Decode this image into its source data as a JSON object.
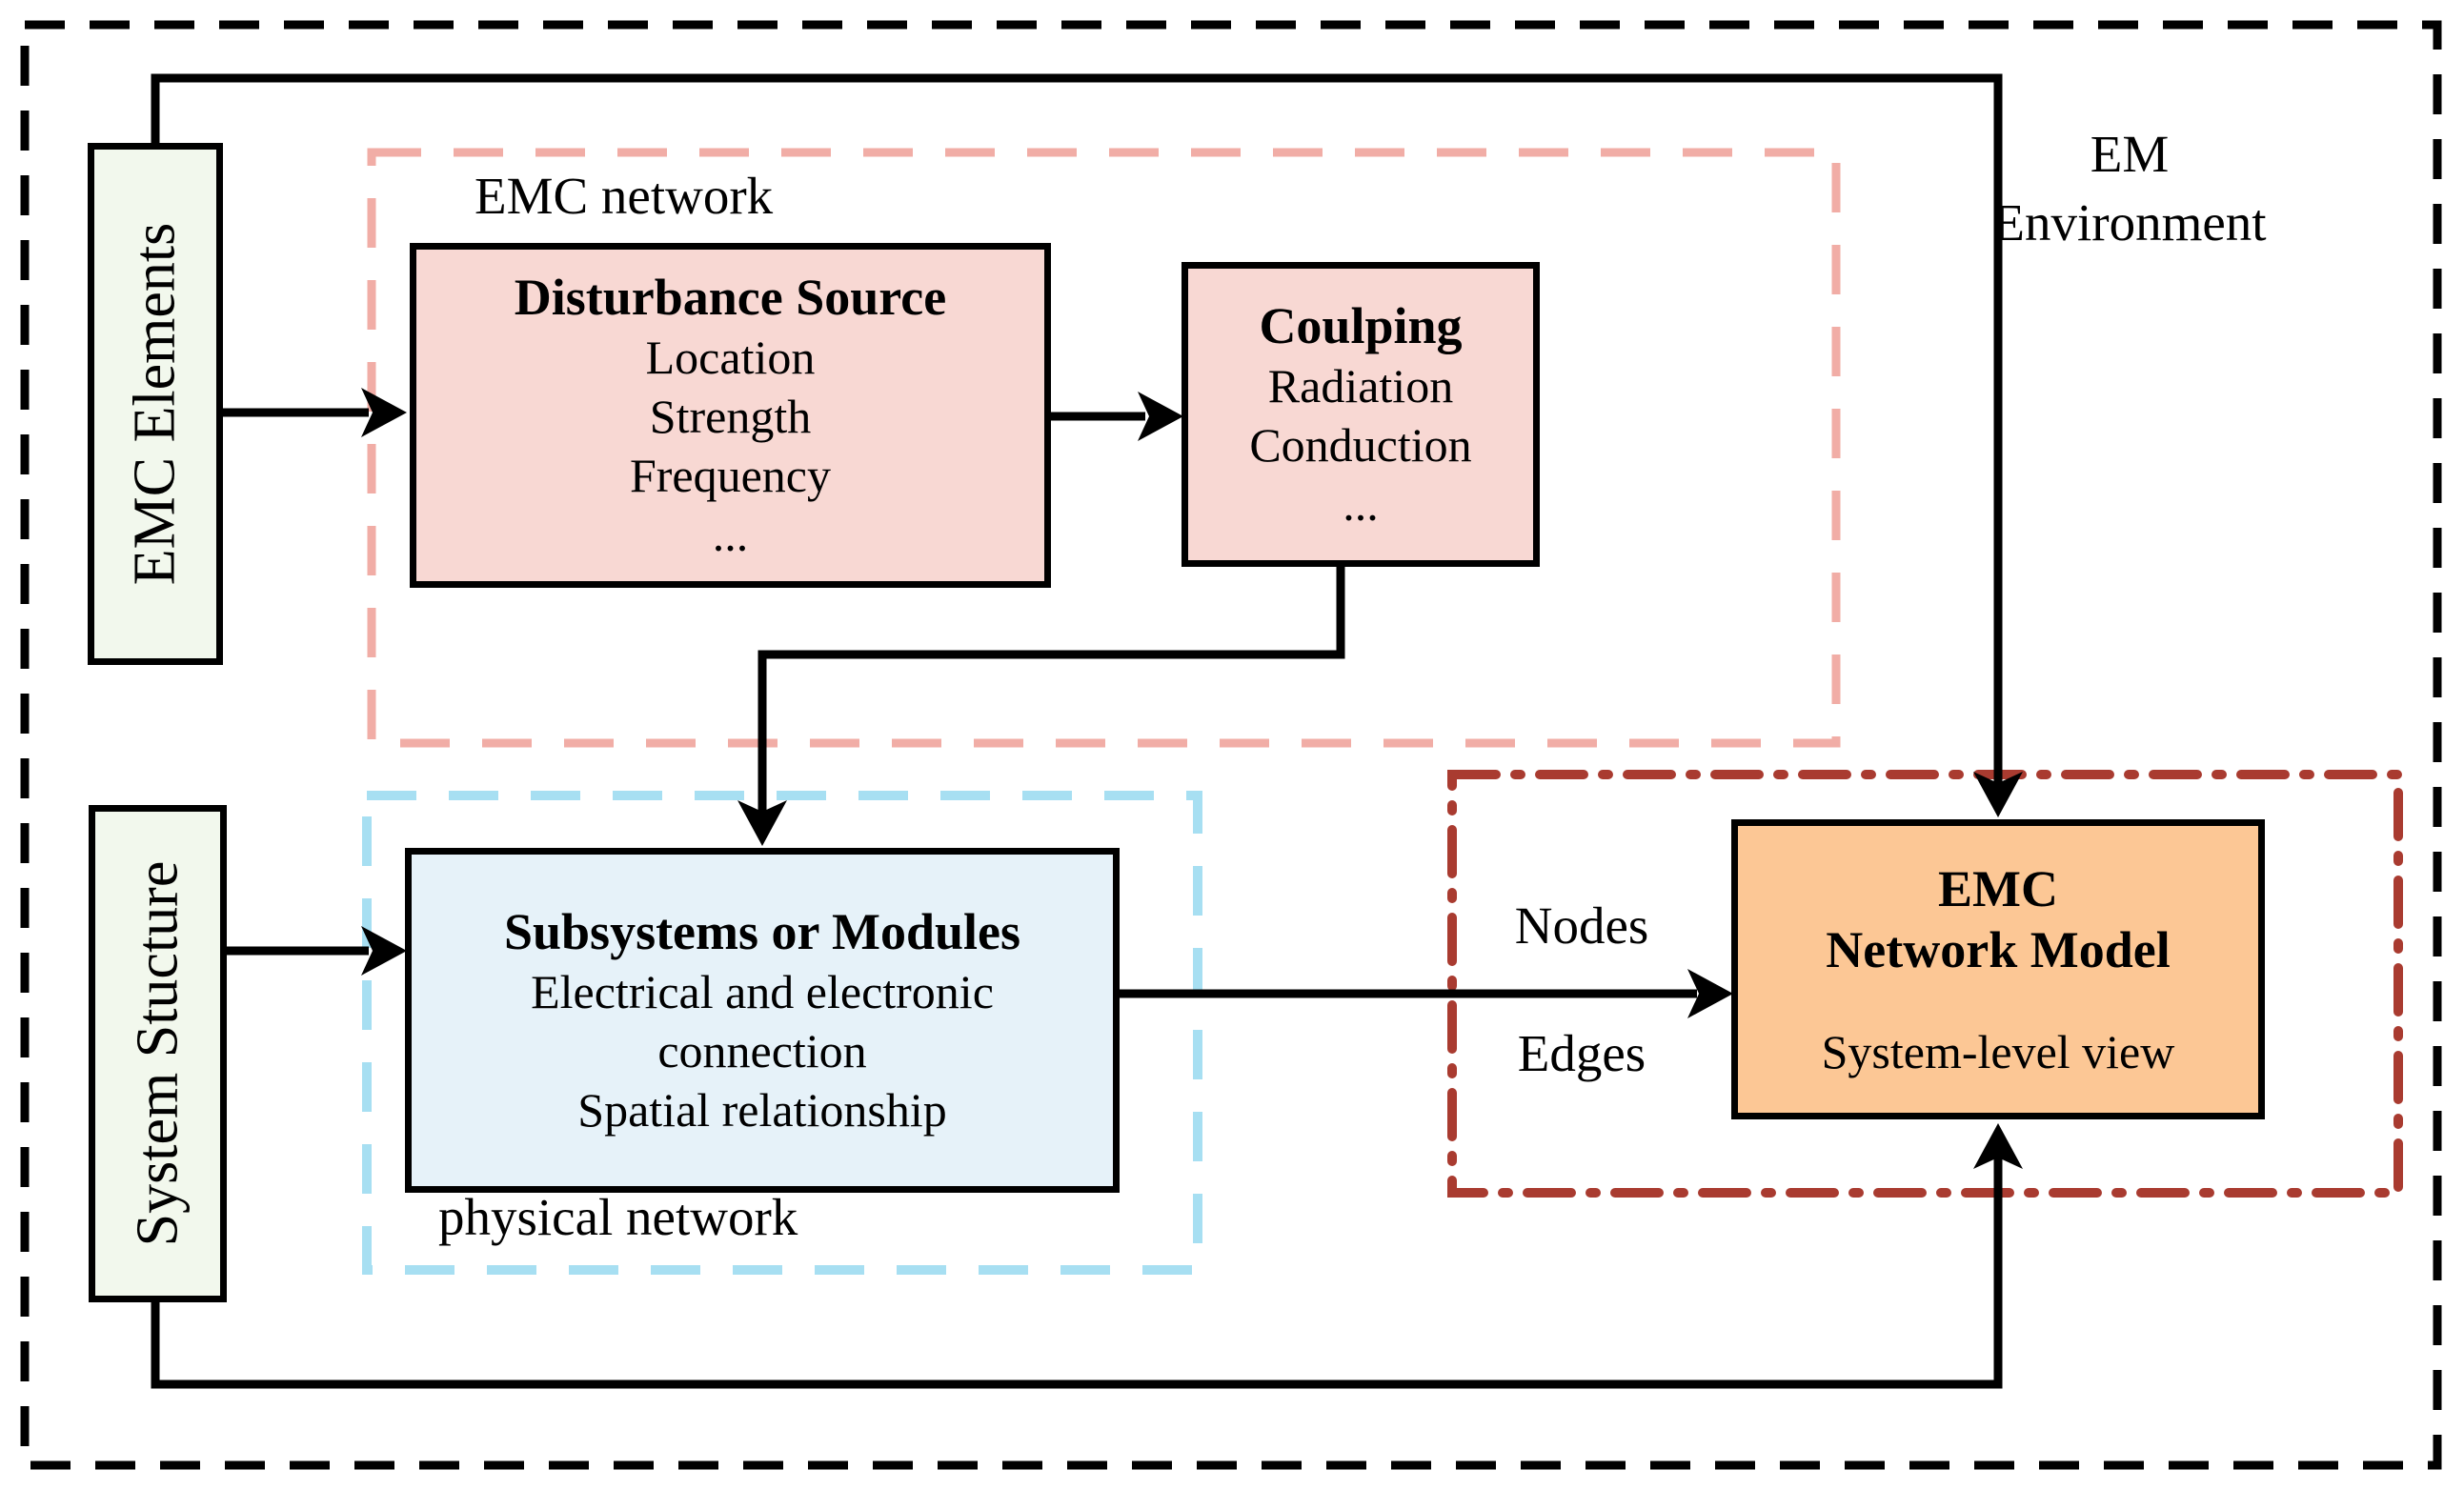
{
  "environment": {
    "label_line1": "EM",
    "label_line2": "Environment"
  },
  "sources": {
    "emc_elements_label": "EMC Elements",
    "system_structure_label": "System Stucture"
  },
  "emc_network_group": {
    "label": "EMC network",
    "disturbance_source": {
      "title": "Disturbance Source",
      "items": [
        "Location",
        "Strength",
        "Frequency",
        "..."
      ]
    },
    "coupling": {
      "title": "Coulping",
      "items": [
        "Radiation",
        "Conduction",
        "..."
      ]
    }
  },
  "physical_network_group": {
    "label": "physical network",
    "subsystems": {
      "title": "Subsystems or Modules",
      "items": [
        "Electrical and electronic connection",
        "Spatial relationship"
      ]
    }
  },
  "model_group": {
    "nodes_label": "Nodes",
    "edges_label": "Edges",
    "emc_model": {
      "title_line1": "EMC",
      "title_line2": "Network Model",
      "subtitle": "System-level view"
    }
  },
  "colors": {
    "pink_fill": "#f8d8d3",
    "pink_dash": "#f1ada6",
    "green_fill": "#f2f8ed",
    "blue_fill": "#e6f2f9",
    "cyan_dash": "#a7dff2",
    "orange_fill": "#fcc795",
    "dark_red_dash": "#a93b30",
    "line_color": "#000000"
  }
}
